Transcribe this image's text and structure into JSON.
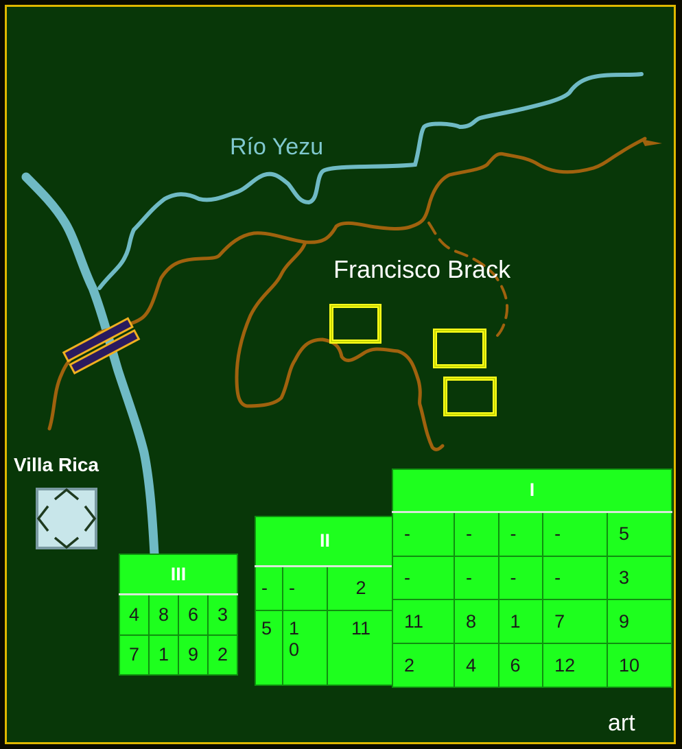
{
  "labels": {
    "river": "Río Yezu",
    "estate": "Francisco Brack",
    "town": "Villa Rica",
    "footer": "art"
  },
  "colors": {
    "background": "#083708",
    "frame": "#e0b800",
    "river": "#6fbac4",
    "road": "#a0620e",
    "building": "#ffff1a",
    "table": "#1eff1e",
    "bridge": "#2a1a5e"
  },
  "icons": {
    "bridge": "bridge-icon",
    "town": "fortress-icon",
    "buildings": "building-outline-icon"
  },
  "tables": {
    "III": {
      "header": "III",
      "rows": [
        [
          "4",
          "8",
          "6",
          "3"
        ],
        [
          "7",
          "1",
          "9",
          "2"
        ]
      ]
    },
    "II": {
      "header": "II",
      "row1": [
        "-",
        "-",
        "2"
      ],
      "row2": [
        "5",
        "1\n0",
        "11"
      ]
    },
    "I": {
      "header": "I",
      "rows": [
        [
          "-",
          "-",
          "-",
          "-",
          "5"
        ],
        [
          "-",
          "-",
          "-",
          "-",
          "3"
        ],
        [
          "11",
          "8",
          "1",
          "7",
          "9"
        ],
        [
          "2",
          "4",
          "6",
          "12",
          "10"
        ]
      ]
    }
  }
}
